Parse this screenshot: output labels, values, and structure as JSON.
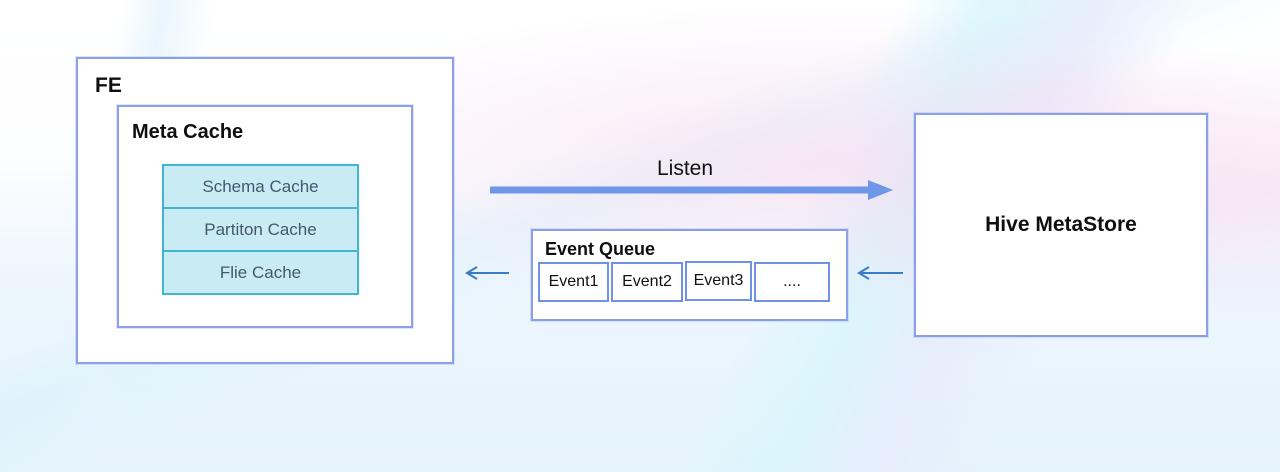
{
  "diagram": {
    "fe_box": {
      "label": "FE"
    },
    "meta_cache": {
      "title": "Meta Cache",
      "items": [
        {
          "label": "Schema Cache"
        },
        {
          "label": "Partiton Cache"
        },
        {
          "label": "Flie Cache"
        }
      ]
    },
    "listen_arrow": {
      "label": "Listen",
      "direction": "right"
    },
    "event_queue": {
      "title": "Event Queue",
      "cells": [
        {
          "label": "Event1"
        },
        {
          "label": "Event2"
        },
        {
          "label": "Event3"
        },
        {
          "label": "...."
        }
      ]
    },
    "hive_metastore": {
      "label": "Hive MetaStore"
    },
    "colors": {
      "box_border": "#8c9fe9",
      "queue_cell_border": "#6f92e6",
      "cache_fill": "#c9ecf4",
      "cache_border": "#41b4d2",
      "cache_text": "#44576e",
      "listen_arrow": "#6e97e7",
      "small_arrow": "#3b7cc4",
      "background_bottom": "#e5f3fc",
      "background_pink": "#f7d5ee"
    }
  }
}
